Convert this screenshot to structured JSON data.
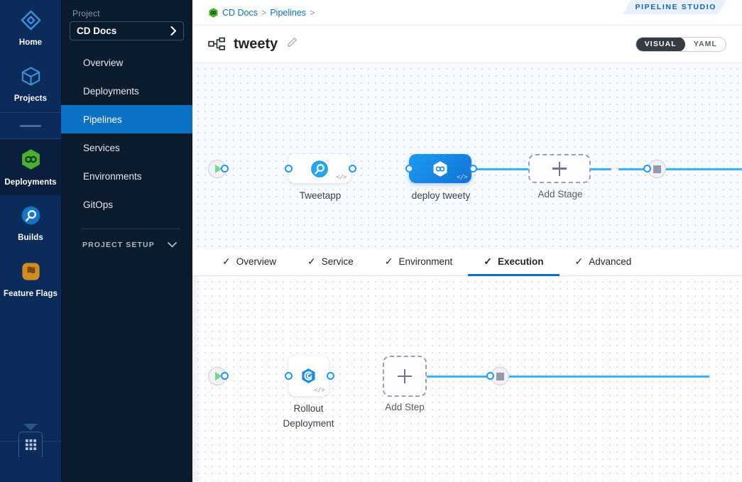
{
  "module_rail": {
    "items": [
      {
        "label": "Home",
        "icon": "home-diamond-icon",
        "active": false
      },
      {
        "label": "Projects",
        "icon": "cube-icon",
        "active": false
      },
      {
        "label": "Deployments",
        "icon": "deployments-hexagon-infinity-icon",
        "active": true
      },
      {
        "label": "Builds",
        "icon": "builds-circle-icon",
        "active": false
      },
      {
        "label": "Feature Flags",
        "icon": "feature-flags-icon",
        "active": false
      }
    ],
    "expand_chevron": "chevron-down-icon",
    "apps_button": "grid-apps-icon"
  },
  "project_nav": {
    "section_label": "Project",
    "selected_project": "CD Docs",
    "chevron": "chevron-right-icon",
    "items": [
      {
        "label": "Overview",
        "active": false
      },
      {
        "label": "Deployments",
        "active": false
      },
      {
        "label": "Pipelines",
        "active": true
      },
      {
        "label": "Services",
        "active": false
      },
      {
        "label": "Environments",
        "active": false
      },
      {
        "label": "GitOps",
        "active": false
      }
    ],
    "setup_label": "PROJECT SETUP",
    "setup_chevron": "chevron-down-icon"
  },
  "breadcrumb": {
    "org_icon": "harness-hexagon-icon",
    "crumbs": [
      "CD Docs",
      "Pipelines"
    ],
    "separator": ">",
    "studio_badge": "PIPELINE STUDIO"
  },
  "title_bar": {
    "icon": "pipeline-hierarchy-icon",
    "title": "tweety",
    "edit_icon": "pencil-edit-icon",
    "view_toggle": {
      "options": [
        "VISUAL",
        "YAML"
      ],
      "selected": "VISUAL"
    }
  },
  "stage_canvas": {
    "start_node": "pipeline-start-icon",
    "end_node": "pipeline-end-icon",
    "stages": [
      {
        "label": "Tweetapp",
        "type": "light",
        "icon": "build-stage-icon",
        "code_tag": "</>"
      },
      {
        "label": "deploy tweety",
        "type": "blue",
        "icon": "deploy-stage-icon",
        "code_tag": "</>"
      }
    ],
    "add_stage_label": "Add Stage",
    "add_icon": "plus-icon"
  },
  "tabs": [
    {
      "label": "Overview",
      "check": "✓",
      "active": false
    },
    {
      "label": "Service",
      "check": "✓",
      "active": false
    },
    {
      "label": "Environment",
      "check": "✓",
      "active": false
    },
    {
      "label": "Execution",
      "check": "✓",
      "active": true
    },
    {
      "label": "Advanced",
      "check": "✓",
      "active": false
    }
  ],
  "execution_canvas": {
    "start_node": "execution-start-icon",
    "end_node": "execution-end-icon",
    "steps": [
      {
        "label_line1": "Rollout",
        "label_line2": "Deployment",
        "icon": "rollout-deployment-icon",
        "code_tag": "</>"
      }
    ],
    "add_step_label": "Add Step",
    "add_icon": "plus-icon"
  },
  "colors": {
    "accent_blue": "#0a71c4",
    "edge_blue": "#38b4f0",
    "rail_bg": "#0b2b5b",
    "project_nav_bg": "#0b1b2e",
    "deployments_green": "#4caf30",
    "canvas_bg": "#f7fbff"
  }
}
